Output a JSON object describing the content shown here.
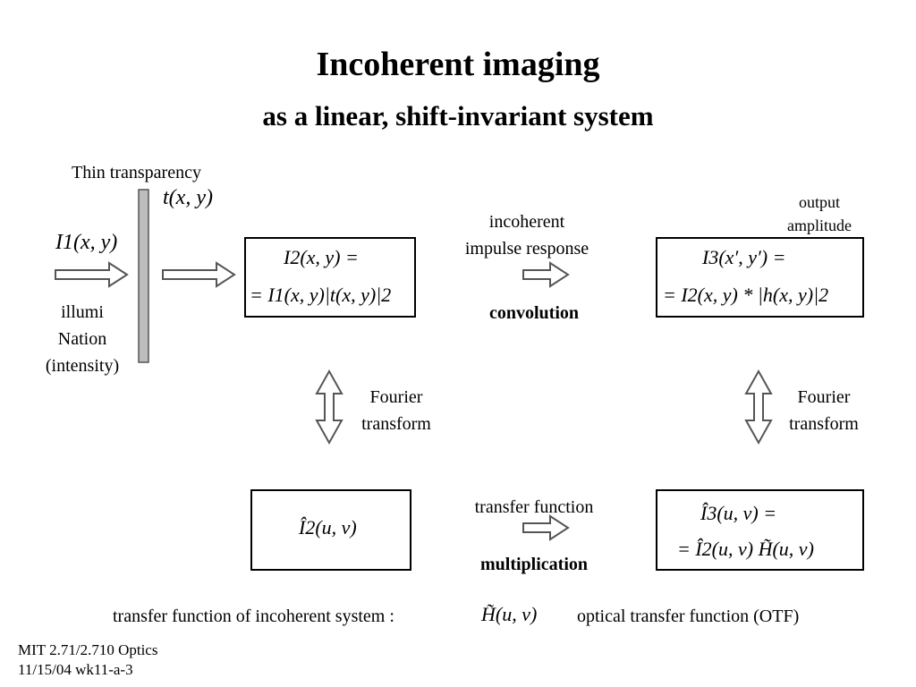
{
  "title": {
    "main": "Incoherent imaging",
    "sub": "as a linear, shift-invariant system"
  },
  "transparency": {
    "label": "Thin transparency",
    "function": "t(x, y)"
  },
  "illumination": {
    "function": "I1(x, y)",
    "label_line1": "illumi",
    "label_line2": "Nation",
    "label_line3": "(intensity)"
  },
  "boxes": {
    "i2": {
      "line1": "I2(x, y) =",
      "line2": "= I1(x, y)|t(x, y)|2"
    },
    "i3": {
      "line1": "I3(x′, y′) =",
      "line2": "= I2(x, y) * |h(x, y)|2"
    },
    "i2_hat": {
      "line1": "Î2(u, v)"
    },
    "i3_hat": {
      "line1": "Î3(u, v) =",
      "line2": "= Î2(u, v) H̃(u, v)"
    }
  },
  "output": {
    "line1": "output",
    "line2": "amplitude"
  },
  "impulse": {
    "line1": "incoherent",
    "line2": "impulse response",
    "operation": "convolution"
  },
  "fourier": {
    "line1": "Fourier",
    "line2": "transform"
  },
  "transfer": {
    "label": "transfer function",
    "operation": "multiplication"
  },
  "bottom": {
    "left_text": "transfer function of incoherent system :",
    "symbol": "H̃(u, v)",
    "right_text": "optical transfer function (OTF)"
  },
  "footer": {
    "line1": "MIT 2.71/2.710 Optics",
    "line2": "11/15/04 wk11-a-3"
  }
}
